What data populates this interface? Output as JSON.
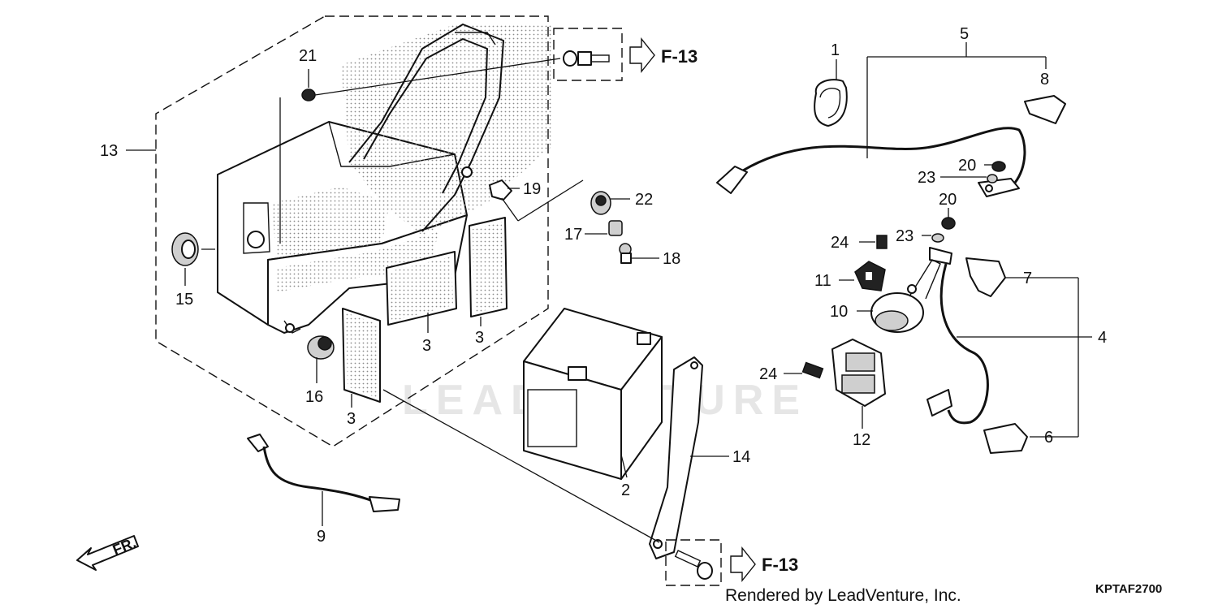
{
  "diagram": {
    "watermark": "LEADVENTURE",
    "credit": "Rendered by LeadVenture, Inc.",
    "code": "KPTAF2700",
    "front_marker": "FR.",
    "page_refs": [
      "F-13",
      "F-13"
    ],
    "callouts": {
      "c1": "1",
      "c2": "2",
      "c3a": "3",
      "c3b": "3",
      "c3c": "3",
      "c4": "4",
      "c5": "5",
      "c6": "6",
      "c7": "7",
      "c8": "8",
      "c9": "9",
      "c10": "10",
      "c11": "11",
      "c12": "12",
      "c13": "13",
      "c14": "14",
      "c15": "15",
      "c16": "16",
      "c17": "17",
      "c18": "18",
      "c19": "19",
      "c20a": "20",
      "c20b": "20",
      "c21": "21",
      "c22": "22",
      "c23a": "23",
      "c23b": "23",
      "c24a": "24",
      "c24b": "24"
    }
  }
}
